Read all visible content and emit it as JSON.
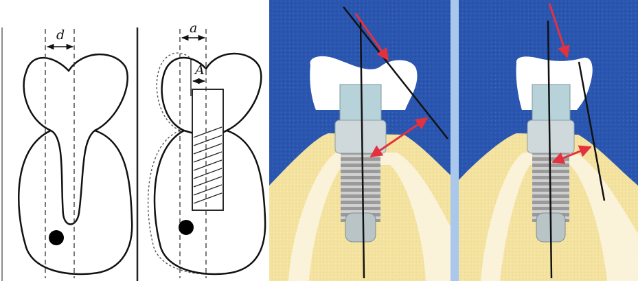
{
  "left_panel": {
    "label_d": "d",
    "label_a": "a",
    "label_A": "A"
  },
  "colors": {
    "background_blue": "#2a56b0",
    "panel_divider": "#a9c8ec",
    "bone": "#f6e7a7",
    "bone_inner": "#f1d98f",
    "gingiva": "#fbf4df",
    "crown": "#ffffff",
    "implant": "#c9c9c9",
    "abutment": "#b8d2da",
    "arrow_red": "#e3313f",
    "line_black": "#111111"
  }
}
